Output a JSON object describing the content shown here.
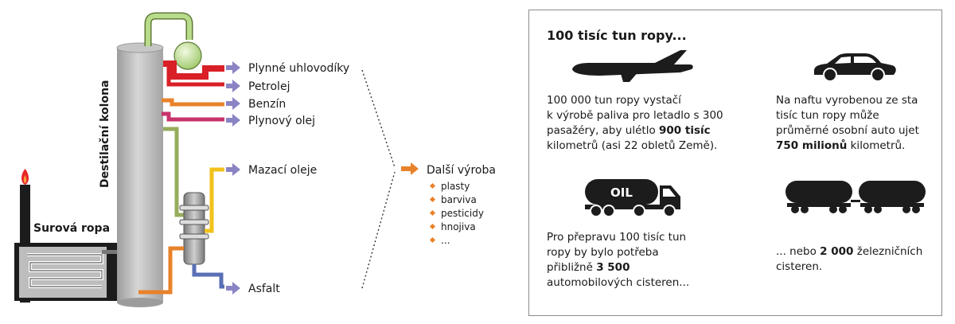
{
  "diagram": {
    "column_label": "Destilační kolona",
    "crude_label": "Surová ropa",
    "products": [
      {
        "id": "gas",
        "label": "Plynné uhlovodíky",
        "color": "#d92027"
      },
      {
        "id": "kerosene",
        "label": "Petrolej",
        "color": "#d92027"
      },
      {
        "id": "petrol",
        "label": "Benzín",
        "color": "#e8822a"
      },
      {
        "id": "gasoil",
        "label": "Plynový olej",
        "color": "#c8336b"
      },
      {
        "id": "lubricants",
        "label": "Mazací oleje",
        "color": "#f2c21b"
      },
      {
        "id": "asphalt",
        "label": "Asfalt",
        "color": "#5a6fb5"
      }
    ],
    "further": {
      "title": "Další výroba",
      "items": [
        "plasty",
        "barviva",
        "pesticidy",
        "hnojiva",
        "..."
      ]
    }
  },
  "panel": {
    "title": "100 tisíc tun ropy...",
    "facts": [
      {
        "icon": "airplane-icon",
        "parts": [
          {
            "t": "100 000 tun ropy vystačí"
          },
          {
            "br": true
          },
          {
            "t": "k výrobě paliva pro letadlo s 300"
          },
          {
            "br": true
          },
          {
            "t": "pasažéry, aby ulétlo "
          },
          {
            "t": "900 tisíc",
            "b": true
          },
          {
            "br": true
          },
          {
            "t": "kilometrů (asi 22 obletů Země)."
          }
        ]
      },
      {
        "icon": "car-icon",
        "parts": [
          {
            "t": "Na naftu vyrobenou ze sta"
          },
          {
            "br": true
          },
          {
            "t": "tisíc tun ropy může"
          },
          {
            "br": true
          },
          {
            "t": "průměrné osobní auto ujet"
          },
          {
            "br": true
          },
          {
            "t": "750 milionů",
            "b": true
          },
          {
            "t": " kilometrů."
          }
        ]
      },
      {
        "icon": "tanker-truck-icon",
        "truck_text": "OIL",
        "parts": [
          {
            "t": "Pro přepravu 100 tisíc tun"
          },
          {
            "br": true
          },
          {
            "t": "ropy by bylo potřeba"
          },
          {
            "br": true
          },
          {
            "t": "přibližně "
          },
          {
            "t": "3 500",
            "b": true
          },
          {
            "br": true
          },
          {
            "t": "automobilových cisteren..."
          }
        ]
      },
      {
        "icon": "rail-tank-car-icon",
        "parts": [
          {
            "t": "... nebo "
          },
          {
            "t": "2 000",
            "b": true
          },
          {
            "t": " železničních"
          },
          {
            "br": true
          },
          {
            "t": "cisteren."
          }
        ]
      }
    ]
  }
}
